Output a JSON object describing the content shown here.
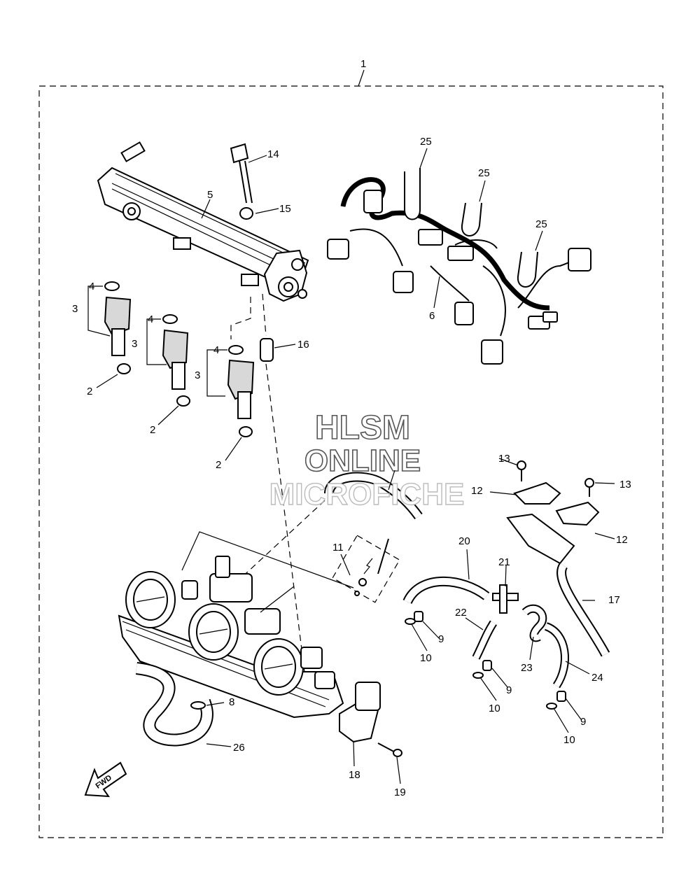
{
  "callouts": {
    "c1": "1",
    "c2a": "2",
    "c2b": "2",
    "c2c": "2",
    "c3a": "3",
    "c3b": "3",
    "c3c": "3",
    "c4a": "4",
    "c4b": "4",
    "c4c": "4",
    "c5": "5",
    "c6": "6",
    "c8": "8",
    "c9a": "9",
    "c9b": "9",
    "c9c": "9",
    "c10a": "10",
    "c10b": "10",
    "c10c": "10",
    "c11": "11",
    "c12a": "12",
    "c12b": "12",
    "c13a": "13",
    "c13b": "13",
    "c14": "14",
    "c15": "15",
    "c16": "16",
    "c17": "17",
    "c18": "18",
    "c19": "19",
    "c20": "20",
    "c21": "21",
    "c22": "22",
    "c23": "23",
    "c24": "24",
    "c25a": "25",
    "c25b": "25",
    "c25c": "25",
    "c26": "26"
  },
  "watermark": {
    "line1": "HLSM",
    "line2": "ONLINE",
    "line3": "MICROFICHE"
  },
  "fwd_label": "FWD"
}
